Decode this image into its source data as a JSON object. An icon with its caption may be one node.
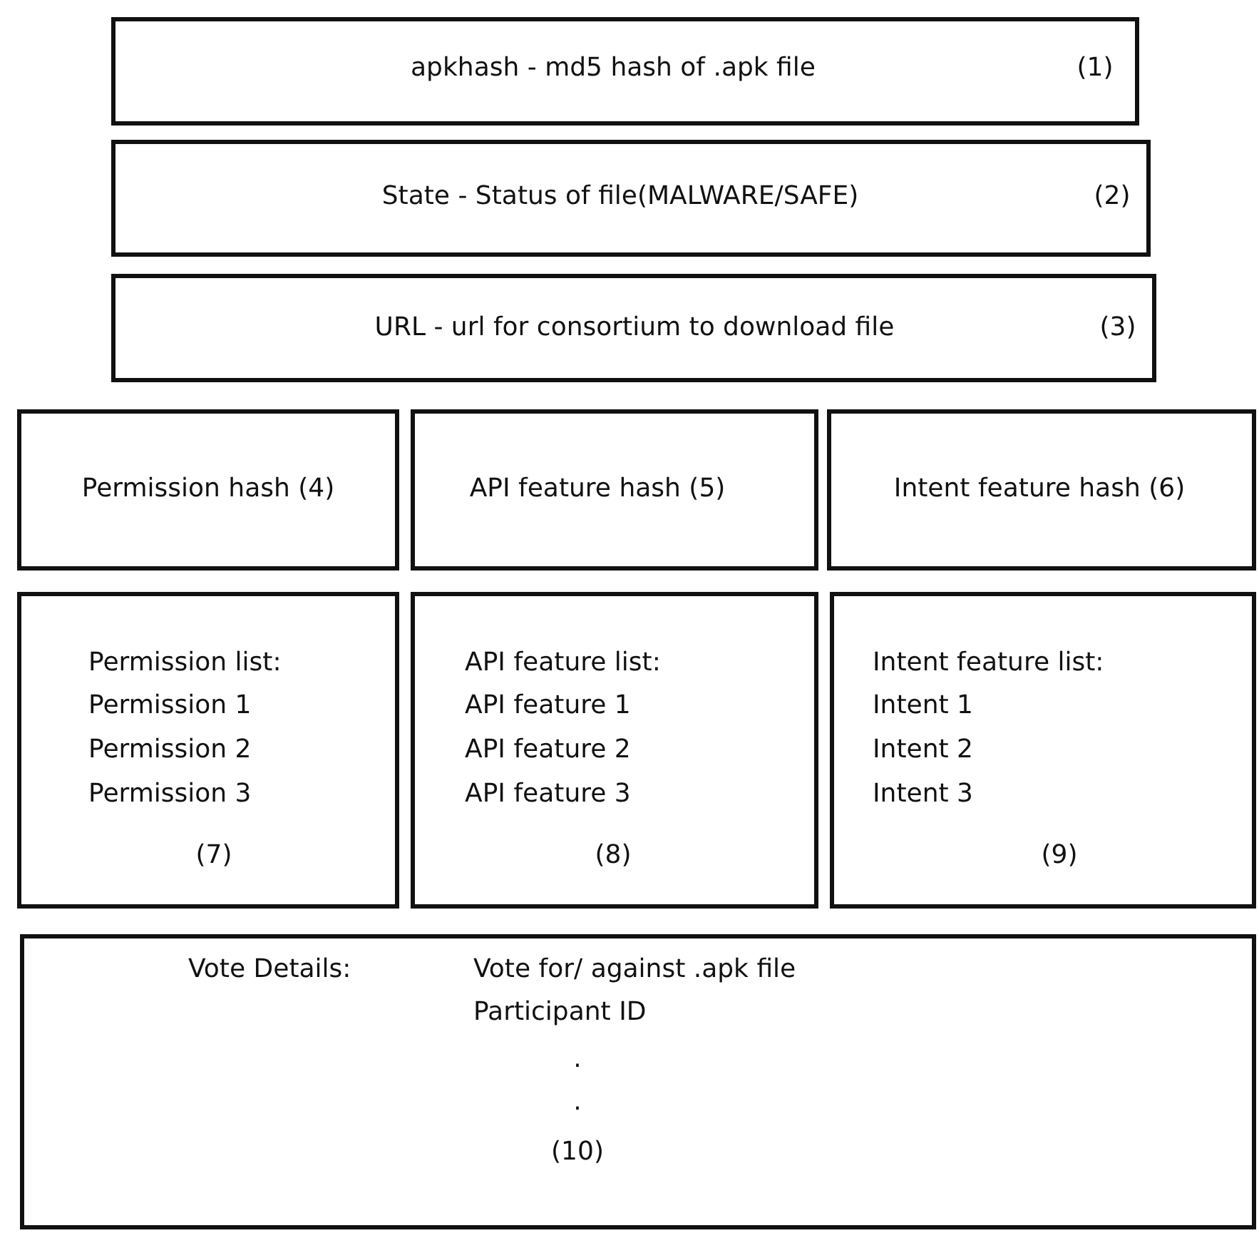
{
  "diagram": {
    "nodes": [
      {
        "text": [
          "apkhash - md5 hash of .apk file",
          "(1)"
        ]
      },
      {
        "text": [
          "State - Status of file(MALWARE/SAFE)",
          "(2)"
        ]
      },
      {
        "text": [
          "URL - url for consortium to download file",
          "(3)"
        ]
      },
      {
        "text": [
          "Permission hash (4)"
        ]
      },
      {
        "text": [
          "API feature hash (5)"
        ]
      },
      {
        "text": [
          "Intent feature hash (6)"
        ]
      },
      {
        "text": [
          "Permission list:",
          "Permission 1",
          "Permission 2",
          "Permission 3",
          "(7)"
        ]
      },
      {
        "text": [
          "API feature list:",
          "API feature 1",
          "API feature 2",
          "API feature 3",
          "(8)"
        ]
      },
      {
        "text": [
          "Intent feature list:",
          "Intent 1",
          "Intent 2",
          "Intent 3",
          "(9)"
        ]
      },
      {
        "text": [
          "Vote Details:",
          "Vote for/ against .apk file",
          "Participant ID",
          ".",
          ".",
          "(10)"
        ]
      }
    ]
  }
}
